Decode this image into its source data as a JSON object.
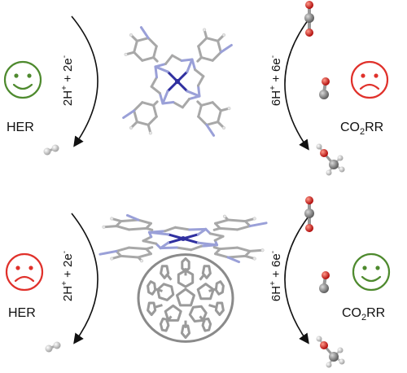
{
  "panels": [
    {
      "id": "top",
      "left": {
        "label": "HER",
        "reaction": {
          "prefix": "2H",
          "sup1": "+",
          "mid": " + 2e",
          "sup2": "-"
        },
        "mood": "happy",
        "color": "#4e8a2e"
      },
      "right": {
        "label": {
          "pre": "CO",
          "sub": "2",
          "post": "RR"
        },
        "reaction": {
          "prefix": "6H",
          "sup1": "+",
          "mid": " + 6e",
          "sup2": "-"
        },
        "mood": "sad",
        "color": "#e0312b"
      }
    },
    {
      "id": "bottom",
      "left": {
        "label": "HER",
        "reaction": {
          "prefix": "2H",
          "sup1": "+",
          "mid": " + 2e",
          "sup2": "-"
        },
        "mood": "sad",
        "color": "#e0312b"
      },
      "right": {
        "label": {
          "pre": "CO",
          "sub": "2",
          "post": "RR"
        },
        "reaction": {
          "prefix": "6H",
          "sup1": "+",
          "mid": " + 6e",
          "sup2": "-"
        },
        "mood": "happy",
        "color": "#4e8a2e"
      }
    }
  ],
  "colors": {
    "carbon": "#8c8c8c",
    "nitrogen": "#3d3dbf",
    "oxygen": "#d01818",
    "hydrogen": "#e8e8e8",
    "cobalt": "#3030a0",
    "text": "#111111"
  }
}
